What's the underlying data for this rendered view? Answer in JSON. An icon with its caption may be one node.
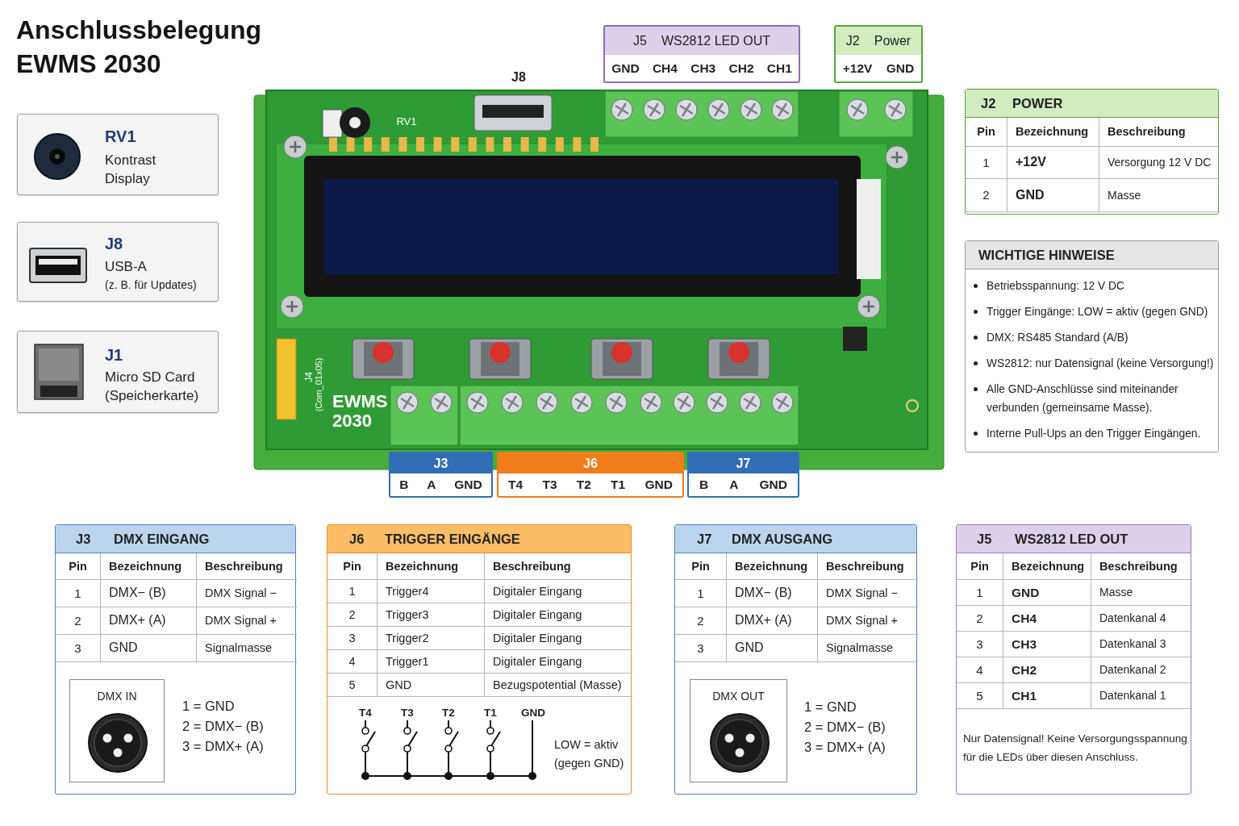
{
  "diagram": {
    "title": "Anschlussbelegung EWMS 2030",
    "nodes": [
      {
        "text": [
          "RV1",
          "Kontrast Display"
        ]
      },
      {
        "text": [
          "J8",
          "USB-A",
          "(z. B. für Updates)"
        ]
      },
      {
        "text": [
          "J1",
          "Micro SD Card (Speicherkarte)"
        ]
      },
      {
        "text": [
          "J5",
          "WS2812 LED OUT",
          "GND",
          "CH4",
          "CH3",
          "CH2",
          "CH1"
        ]
      },
      {
        "text": [
          "J2",
          "Power",
          "+12V",
          "GND"
        ]
      },
      {
        "text": [
          "J3",
          "B",
          "A",
          "GND"
        ]
      },
      {
        "text": [
          "J6",
          "T4",
          "T3",
          "T2",
          "T1",
          "GND"
        ]
      },
      {
        "text": [
          "J7",
          "B",
          "A",
          "GND"
        ]
      },
      {
        "text": [
          "J2",
          "POWER",
          "Pin",
          "Bezeichnung",
          "Beschreibung",
          "1",
          "+12V",
          "Versorgung 12 V DC",
          "2",
          "GND",
          "Masse"
        ]
      },
      {
        "text": [
          "WICHTIGE HINWEISE",
          "Betriebsspannung: 12 V DC",
          "Trigger Eingänge: LOW = aktiv (gegen GND)",
          "DMX: RS485 Standard (A/B)",
          "WS2812: nur Datensignal (keine Versorgung!)",
          "Alle GND-Anschlüsse sind miteinander verbunden (gemeinsame Masse).",
          "Interne Pull-Ups an den Trigger Eingängen."
        ]
      },
      {
        "text": [
          "J3",
          "DMX EINGANG",
          "Pin",
          "Bezeichnung",
          "Beschreibung",
          "1",
          "DMX− (B)",
          "DMX Signal −",
          "2",
          "DMX+ (A)",
          "DMX Signal +",
          "3",
          "GND",
          "Signalmasse"
        ]
      },
      {
        "text": [
          "DMX IN"
        ],
        "in": 10,
        "beside": [
          "1 = GND",
          "2 = DMX− (B)",
          "3 = DMX+ (A)"
        ]
      },
      {
        "text": [
          "J6",
          "TRIGGER EINGÄNGE",
          "Pin",
          "Bezeichnung",
          "Beschreibung",
          "1",
          "Trigger4",
          "Digitaler Eingang",
          "2",
          "Trigger3",
          "Digitaler Eingang",
          "3",
          "Trigger2",
          "Digitaler Eingang",
          "4",
          "Trigger1",
          "Digitaler Eingang",
          "5",
          "GND",
          "Bezugspotential (Masse)",
          "T4",
          "T3",
          "T2",
          "T1",
          "GND",
          "LOW = aktiv (gegen GND)"
        ]
      },
      {
        "text": [
          "J7",
          "DMX AUSGANG",
          "Pin",
          "Bezeichnung",
          "Beschreibung",
          "1",
          "DMX− (B)",
          "DMX Signal −",
          "2",
          "DMX+ (A)",
          "DMX Signal +",
          "3",
          "GND",
          "Signalmasse"
        ]
      },
      {
        "text": [
          "DMX OUT"
        ],
        "in": 13,
        "beside": [
          "1 = GND",
          "2 = DMX− (B)",
          "3 = DMX+ (A)"
        ]
      },
      {
        "text": [
          "J5",
          "WS2812 LED OUT",
          "Pin",
          "Bezeichnung",
          "Beschreibung",
          "1",
          "GND",
          "Masse",
          "2",
          "CH4",
          "Datenkanal 4",
          "3",
          "CH3",
          "Datenkanal 3",
          "4",
          "CH2",
          "Datenkanal 2",
          "5",
          "CH1",
          "Datenkanal 1",
          "Nur Datensignal! Keine Versorgungsspannung für die LEDs über diesen Anschluss."
        ]
      }
    ],
    "labels": [
      "J8",
      "RV1",
      "J4",
      "(Com_01x05)",
      "EWMS 2030"
    ]
  }
}
